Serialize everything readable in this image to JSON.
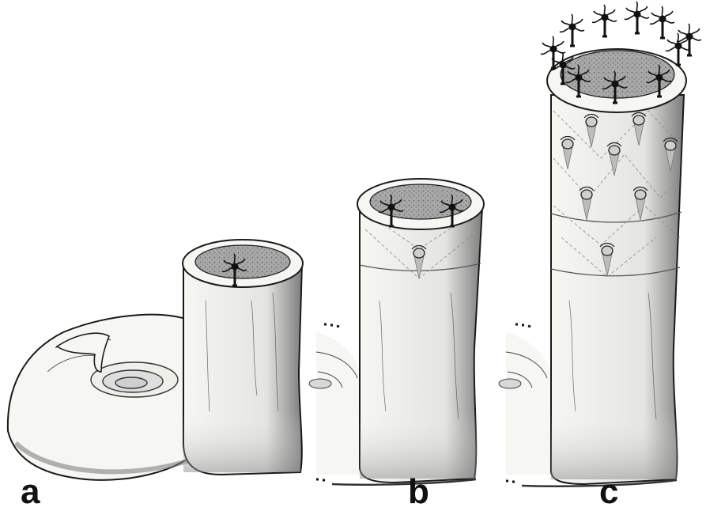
{
  "panels": [
    {
      "id": "a",
      "label": "a",
      "description_hidden": false
    },
    {
      "id": "b",
      "label": "b"
    },
    {
      "id": "c",
      "label": "c"
    }
  ],
  "colors": {
    "ink": "#1a1a1a",
    "tube_fill": "#f6f6f2",
    "shade": "#8a8a8a",
    "lumen": "#9a9a9a",
    "cell_body": "#111111"
  }
}
